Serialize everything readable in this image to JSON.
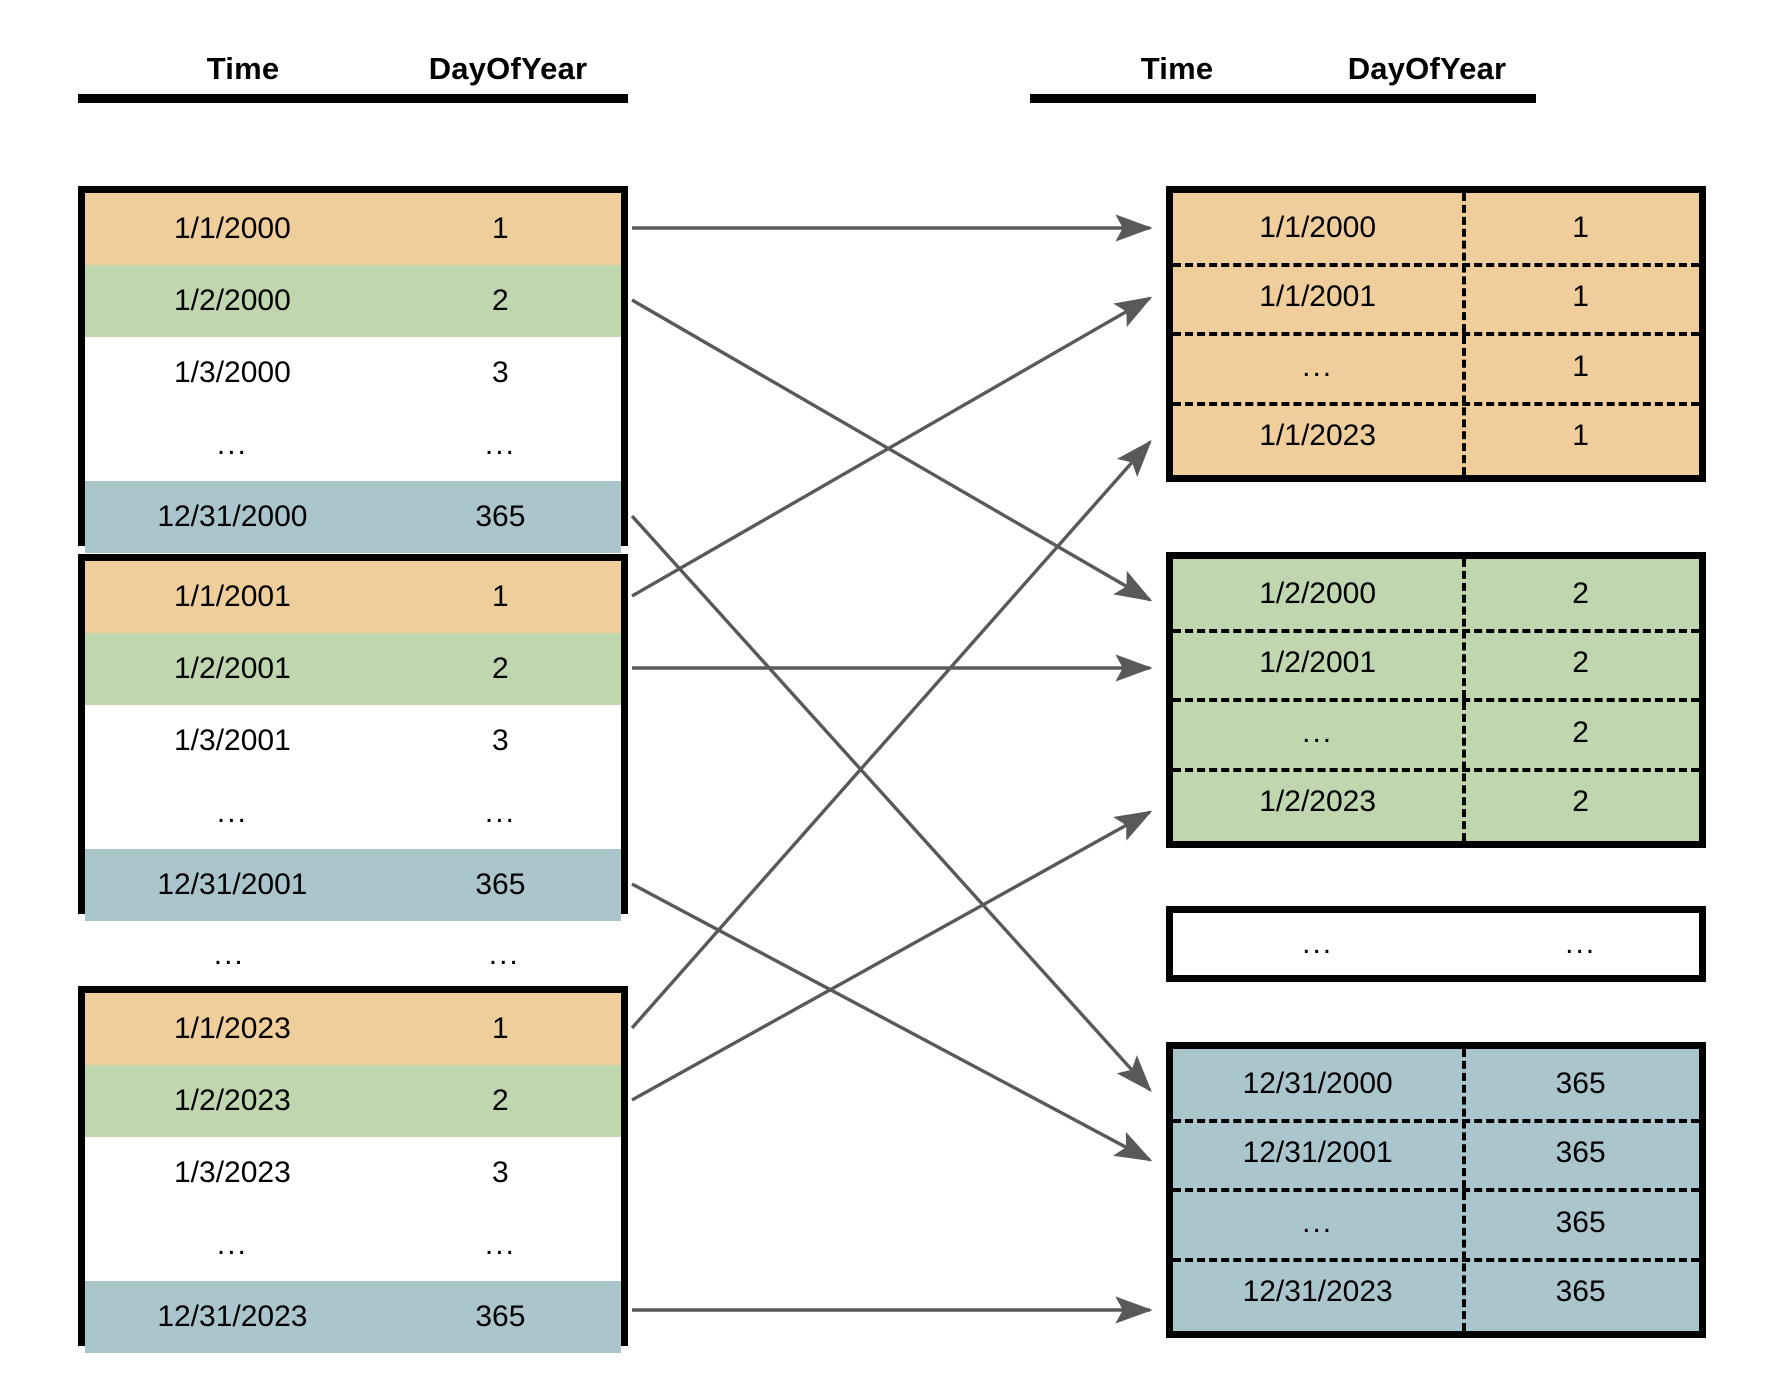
{
  "headers": {
    "left": {
      "time": "Time",
      "dayofyear": "DayOfYear"
    },
    "right": {
      "time": "Time",
      "dayofyear": "DayOfYear"
    }
  },
  "colors": {
    "orange": "#f0ce9c",
    "green": "#bfd6ae",
    "blue": "#abc5cc",
    "white": "#ffffff",
    "border": "#000000",
    "arrow": "#595959"
  },
  "ellipsis": "...",
  "left_tables": [
    {
      "name": "year-2000",
      "rows": [
        {
          "time": "1/1/2000",
          "doy": "1",
          "fill": "orange"
        },
        {
          "time": "1/2/2000",
          "doy": "2",
          "fill": "green"
        },
        {
          "time": "1/3/2000",
          "doy": "3",
          "fill": "white"
        },
        {
          "time": "...",
          "doy": "...",
          "fill": "white"
        },
        {
          "time": "12/31/2000",
          "doy": "365",
          "fill": "blue"
        }
      ]
    },
    {
      "name": "year-2001",
      "rows": [
        {
          "time": "1/1/2001",
          "doy": "1",
          "fill": "orange"
        },
        {
          "time": "1/2/2001",
          "doy": "2",
          "fill": "green"
        },
        {
          "time": "1/3/2001",
          "doy": "3",
          "fill": "white"
        },
        {
          "time": "...",
          "doy": "...",
          "fill": "white"
        },
        {
          "time": "12/31/2001",
          "doy": "365",
          "fill": "blue"
        }
      ]
    },
    {
      "name": "year-2023",
      "rows": [
        {
          "time": "1/1/2023",
          "doy": "1",
          "fill": "orange"
        },
        {
          "time": "1/2/2023",
          "doy": "2",
          "fill": "green"
        },
        {
          "time": "1/3/2023",
          "doy": "3",
          "fill": "white"
        },
        {
          "time": "...",
          "doy": "...",
          "fill": "white"
        },
        {
          "time": "12/31/2023",
          "doy": "365",
          "fill": "blue"
        }
      ]
    }
  ],
  "left_gap_row": {
    "time": "...",
    "doy": "..."
  },
  "right_tables": [
    {
      "name": "dayofyear-1",
      "fill": "orange",
      "rows": [
        {
          "time": "1/1/2000",
          "doy": "1"
        },
        {
          "time": "1/1/2001",
          "doy": "1"
        },
        {
          "time": "...",
          "doy": "1"
        },
        {
          "time": "1/1/2023",
          "doy": "1"
        }
      ]
    },
    {
      "name": "dayofyear-2",
      "fill": "green",
      "rows": [
        {
          "time": "1/2/2000",
          "doy": "2"
        },
        {
          "time": "1/2/2001",
          "doy": "2"
        },
        {
          "time": "...",
          "doy": "2"
        },
        {
          "time": "1/2/2023",
          "doy": "2"
        }
      ]
    },
    {
      "name": "dayofyear-ellipsis",
      "fill": "white",
      "rows": [
        {
          "time": "...",
          "doy": "..."
        }
      ]
    },
    {
      "name": "dayofyear-365",
      "fill": "blue",
      "rows": [
        {
          "time": "12/31/2000",
          "doy": "365"
        },
        {
          "time": "12/31/2001",
          "doy": "365"
        },
        {
          "time": "...",
          "doy": "365"
        },
        {
          "time": "12/31/2023",
          "doy": "365"
        }
      ]
    }
  ],
  "arrows": [
    {
      "from": "1/1/2000",
      "to": "dayofyear-1"
    },
    {
      "from": "1/2/2000",
      "to": "dayofyear-2"
    },
    {
      "from": "12/31/2000",
      "to": "dayofyear-365"
    },
    {
      "from": "1/1/2001",
      "to": "dayofyear-1"
    },
    {
      "from": "1/2/2001",
      "to": "dayofyear-2"
    },
    {
      "from": "12/31/2001",
      "to": "dayofyear-365"
    },
    {
      "from": "1/1/2023",
      "to": "dayofyear-1"
    },
    {
      "from": "1/2/2023",
      "to": "dayofyear-2"
    },
    {
      "from": "12/31/2023",
      "to": "dayofyear-365"
    }
  ]
}
